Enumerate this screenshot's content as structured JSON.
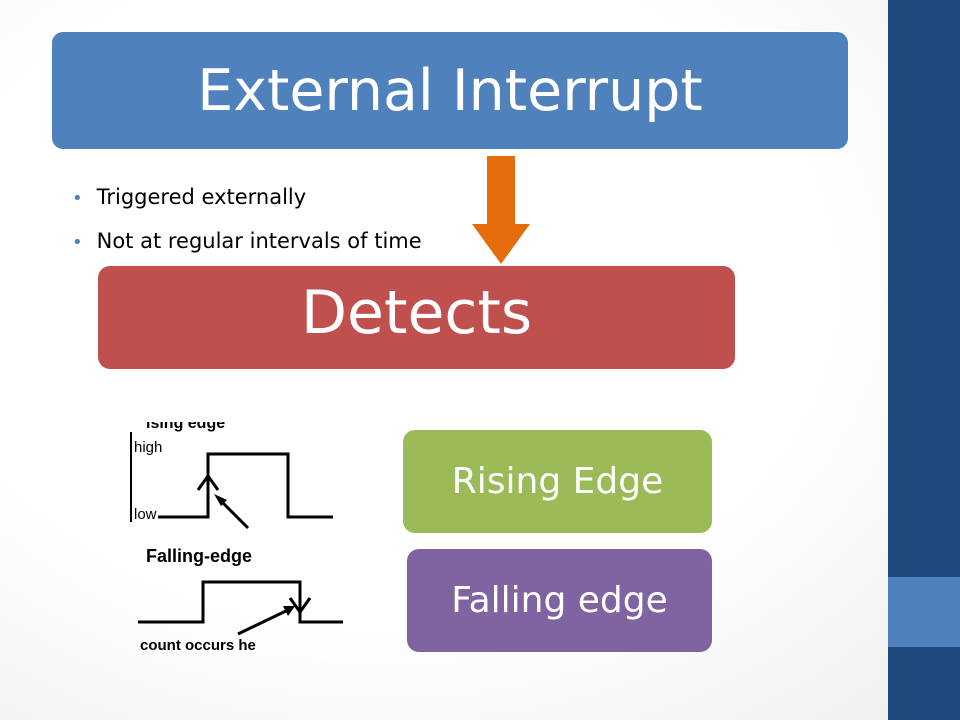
{
  "title": "External Interrupt",
  "bullets": [
    "Triggered externally",
    "Not at  regular intervals of time"
  ],
  "detects_label": "Detects",
  "options": {
    "rising": "Rising Edge",
    "falling": "Falling edge"
  },
  "signal_diagram": {
    "top_caption": "ising edge",
    "high_label": "high",
    "low_label": "low",
    "falling_caption": "Falling-edge",
    "bottom_caption": "count occurs he"
  },
  "colors": {
    "title_box": "#4f81bd",
    "detects_box": "#c0504d",
    "rising_box": "#9bbb59",
    "falling_box": "#8064a2",
    "arrow": "#e46c0a",
    "sidebar": "#1f497d",
    "sidebar_accent": "#4f81bd",
    "bullet": "#4f81bd"
  }
}
